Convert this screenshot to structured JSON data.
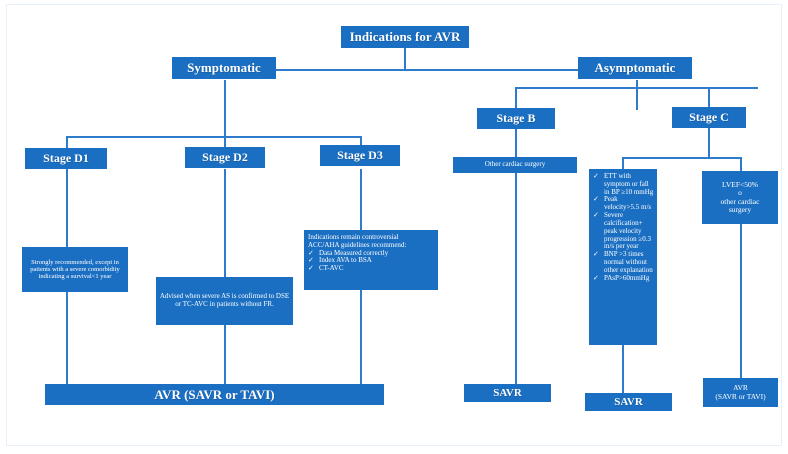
{
  "diagram": {
    "title": "Indications for AVR",
    "accent_color": "#1B6FC2",
    "line_color": "#2E7BCB",
    "text_color": "#FFFFFF"
  },
  "nodes": {
    "root": {
      "label": "Indications for AVR"
    },
    "symptomatic": {
      "label": "Symptomatic"
    },
    "asymptomatic": {
      "label": "Asymptomatic"
    },
    "stage_d1": {
      "label": "Stage D1"
    },
    "stage_d2": {
      "label": "Stage D2"
    },
    "stage_d3": {
      "label": "Stage D3"
    },
    "stage_b": {
      "label": "Stage B"
    },
    "stage_c": {
      "label": "Stage C"
    },
    "d1_detail": {
      "label": "Strongly recommended, except in patients with a severe comorbidity indicating a survival<1 year"
    },
    "d2_detail": {
      "label": "Advised when severe AS is confirmed to DSE or TC-AVC in patients without FR."
    },
    "d3_detail": {
      "lead_line1": "Indications remain controversial",
      "lead_line2": "ACC/AHA  guidelines recommend:",
      "items": [
        "Data Measured correctly",
        "Index AVA  to BSA",
        "CT-AVC"
      ]
    },
    "stage_b_detail": {
      "label": "Other cardiac surgery"
    },
    "stage_c_detail": {
      "items": [
        "ETT with symptom or fall in BP ≥10 mmHg",
        "Peak velocity>5.5 m/s",
        "Severe calcification+ peak velocity progression ≥0.3 m/s per year",
        "BNP >3 times normal without other explanation",
        "PAsP>60mmHg"
      ]
    },
    "lvef_detail": {
      "line1": "LVEF<50%",
      "line2": "o",
      "line3": "other cardiac",
      "line4": "surgery"
    },
    "avr_main": {
      "label": "AVR (SAVR or TAVI)"
    },
    "savr_b": {
      "label": "SAVR"
    },
    "savr_c": {
      "label": "SAVR"
    },
    "avr_lvef": {
      "line1": "AVR",
      "line2": "(SAVR or  TAVI)"
    }
  }
}
